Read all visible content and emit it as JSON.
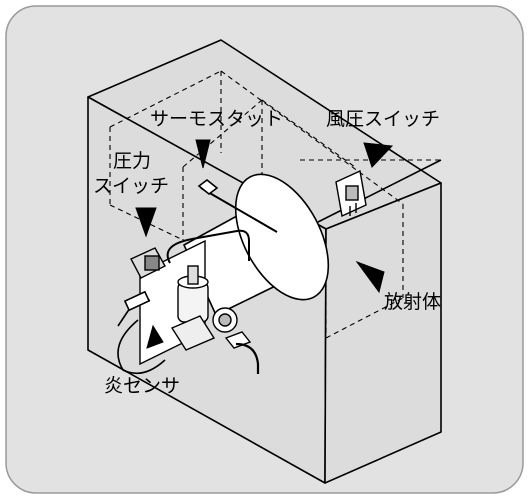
{
  "colors": {
    "panel_bg": "#e2e2e2",
    "panel_border": "#9a9a9a",
    "box_face": "#dcdcdc",
    "line": "#000000",
    "cylinder": "#ffffff"
  },
  "labels": {
    "thermostat": "サーモスタット",
    "air_pressure_switch": "風圧スイッチ",
    "pressure_switch_line1": "圧力",
    "pressure_switch_line2": "スイッチ",
    "radiator": "放射体",
    "flame_sensor": "炎センサ"
  }
}
